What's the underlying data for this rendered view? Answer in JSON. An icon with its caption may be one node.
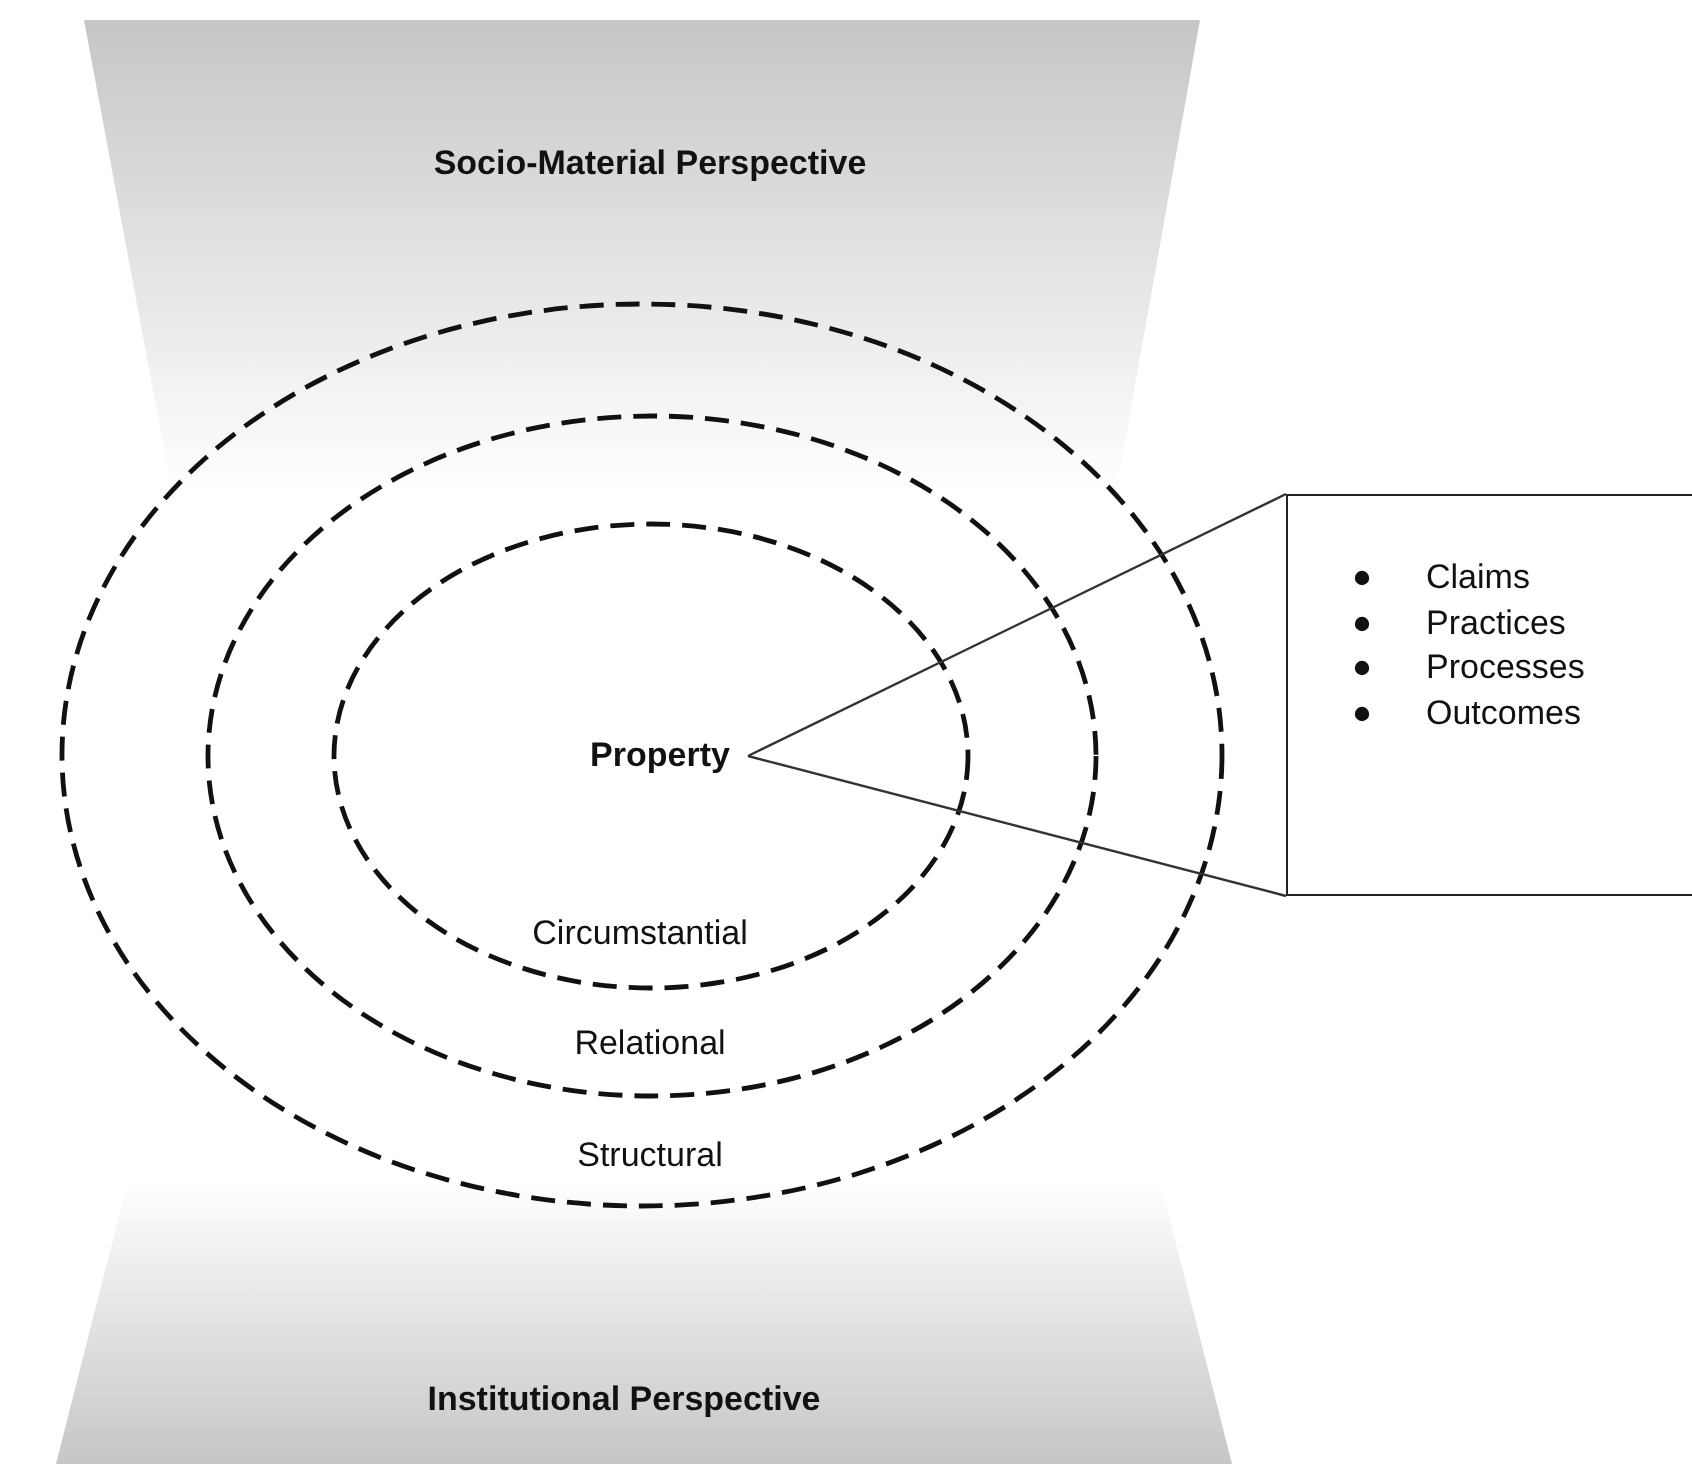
{
  "diagram": {
    "nodes": [
      {
        "text": [
          "Socio-Material Perspective"
        ]
      },
      {
        "text": [
          "Institutional Perspective"
        ]
      },
      {
        "text": [
          "Structural"
        ]
      },
      {
        "text": [
          "Relational"
        ],
        "in": 2
      },
      {
        "text": [
          "Circumstantial"
        ],
        "in": 3
      },
      {
        "text": [
          "Property"
        ],
        "in": 4
      },
      {
        "text": [
          "Claims",
          "Practices",
          "Processes",
          "Outcomes"
        ]
      }
    ],
    "edges": [
      {
        "from": 5,
        "to": 6,
        "arrow": "none"
      },
      {
        "from": 5,
        "to": 6,
        "arrow": "none"
      }
    ]
  }
}
